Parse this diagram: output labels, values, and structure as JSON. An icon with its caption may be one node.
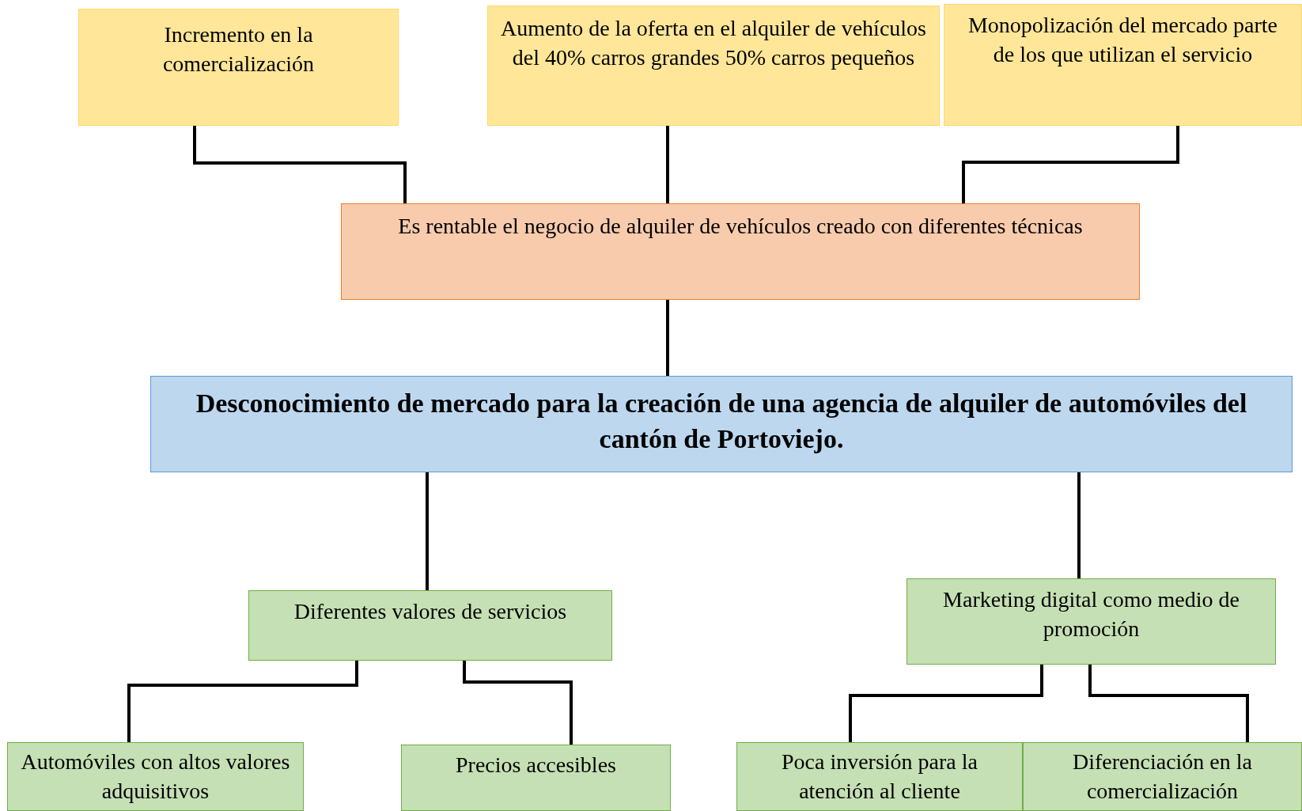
{
  "diagram": {
    "nodes": [
      {
        "text": [
          "Incremento en la comercialización"
        ]
      },
      {
        "text": [
          "Aumento de la oferta en el alquiler de vehículos del 40% carros grandes 50% carros pequeños"
        ]
      },
      {
        "text": [
          "Monopolización del mercado parte de los que utilizan el servicio"
        ]
      },
      {
        "text": [
          "Es rentable el negocio de alquiler de vehículos creado con diferentes técnicas"
        ]
      },
      {
        "text": [
          "Desconocimiento de mercado para la creación de una agencia de alquiler de automóviles del cantón de Portoviejo."
        ]
      },
      {
        "text": [
          "Diferentes valores de servicios"
        ]
      },
      {
        "text": [
          "Marketing digital como medio de promoción"
        ]
      },
      {
        "text": [
          "Automóviles con altos valores adquisitivos"
        ]
      },
      {
        "text": [
          "Precios accesibles"
        ]
      },
      {
        "text": [
          "Poca inversión para la atención al cliente"
        ]
      },
      {
        "text": [
          "Diferenciación en la comercialización"
        ]
      }
    ],
    "edges": [
      {
        "from": 0,
        "to": 3,
        "arrow": "none"
      },
      {
        "from": 1,
        "to": 3,
        "arrow": "none"
      },
      {
        "from": 2,
        "to": 3,
        "arrow": "none"
      },
      {
        "from": 3,
        "to": 4,
        "arrow": "none"
      },
      {
        "from": 4,
        "to": 5,
        "arrow": "none"
      },
      {
        "from": 4,
        "to": 6,
        "arrow": "none"
      },
      {
        "from": 5,
        "to": 7,
        "arrow": "none"
      },
      {
        "from": 5,
        "to": 8,
        "arrow": "none"
      },
      {
        "from": 6,
        "to": 9,
        "arrow": "none"
      },
      {
        "from": 6,
        "to": 10,
        "arrow": "none"
      }
    ]
  }
}
